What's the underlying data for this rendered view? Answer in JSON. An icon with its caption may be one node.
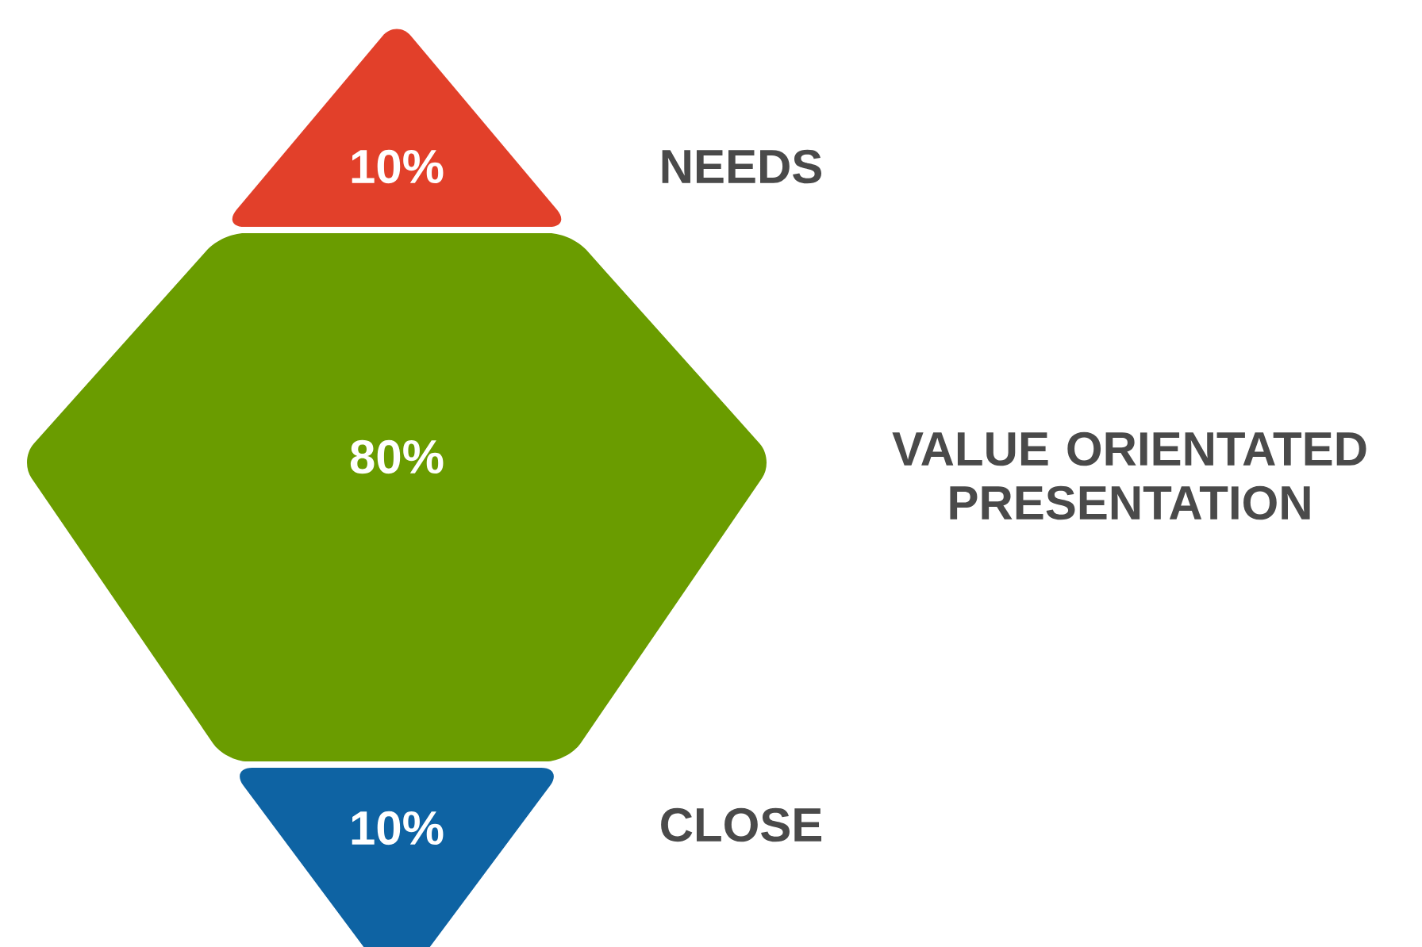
{
  "diagram": {
    "nodes": [
      {
        "text": [
          "10%"
        ]
      },
      {
        "text": [
          "80%"
        ]
      },
      {
        "text": [
          "10%"
        ]
      }
    ],
    "labels": [
      "NEEDS",
      "VALUE ORIENTATED PRESENTATION",
      "CLOSE"
    ]
  }
}
